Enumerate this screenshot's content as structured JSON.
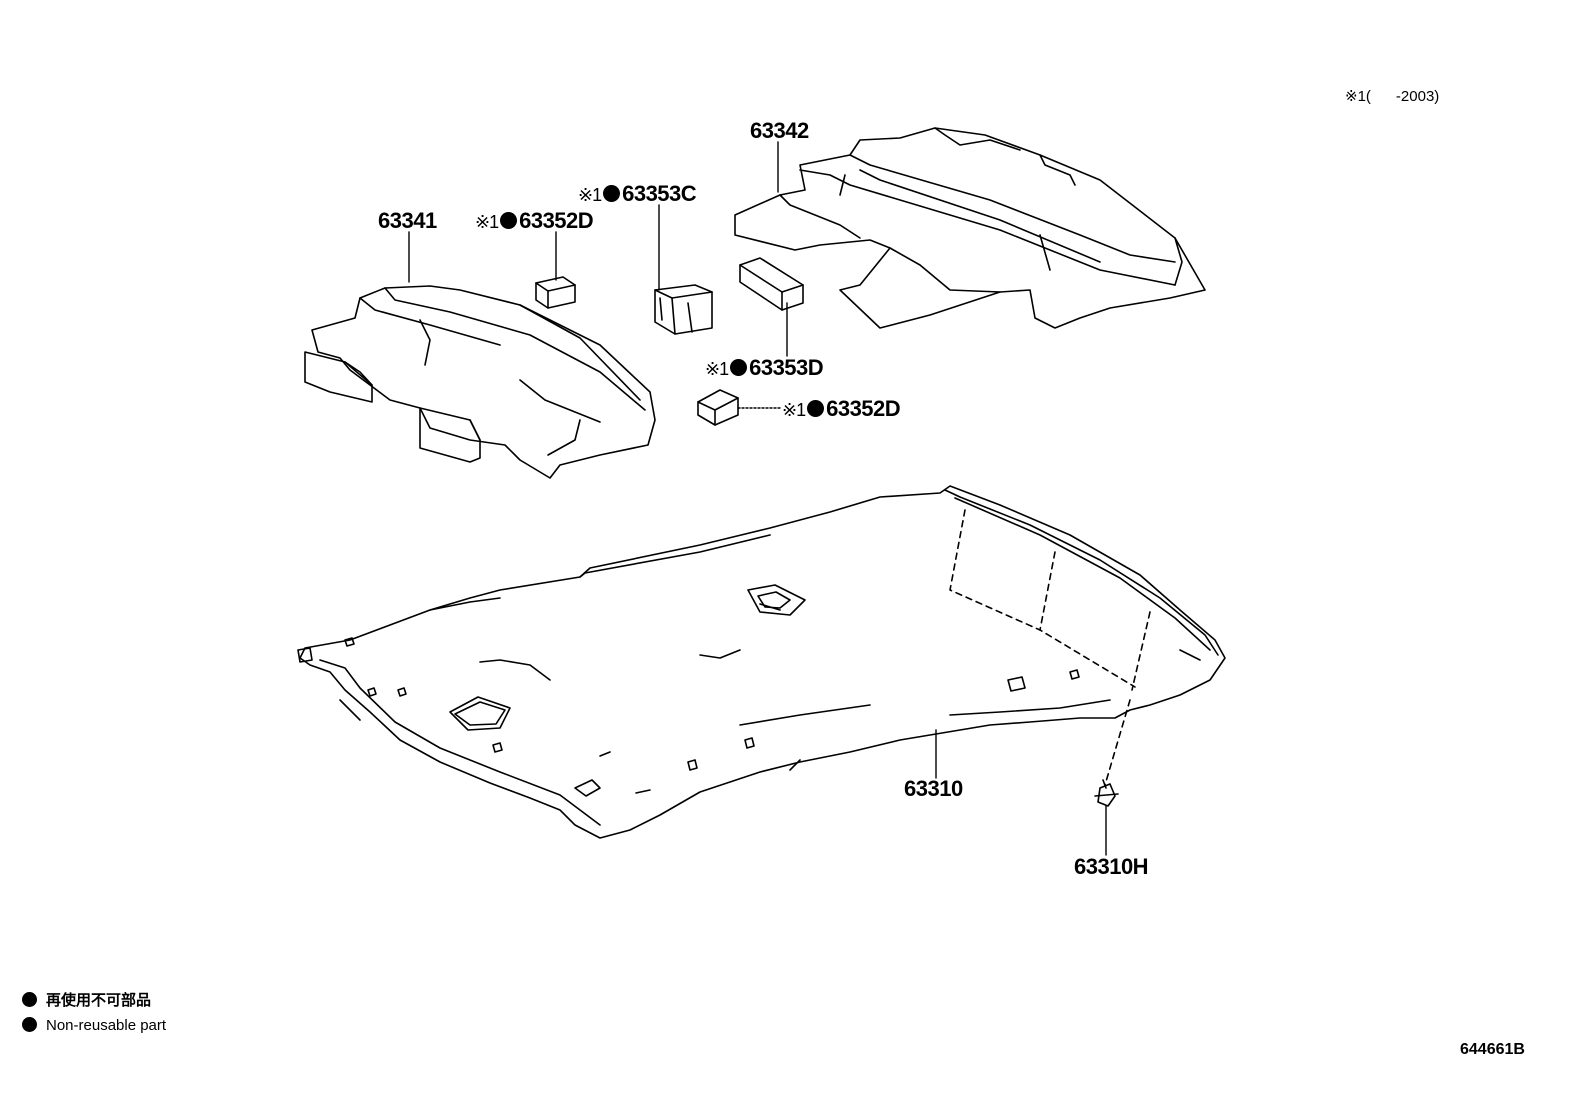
{
  "applicability_note": {
    "mark": "※1",
    "text": "(      -2003)"
  },
  "parts": {
    "p63342": {
      "number": "63342"
    },
    "p63341": {
      "number": "63341"
    },
    "p63352D_top": {
      "mark": "※1",
      "number": "63352D",
      "non_reusable": true
    },
    "p63353C": {
      "mark": "※1",
      "number": "63353C",
      "non_reusable": true
    },
    "p63353D": {
      "mark": "※1",
      "number": "63353D",
      "non_reusable": true
    },
    "p63352D_bottom": {
      "mark": "※1",
      "number": "63352D",
      "non_reusable": true
    },
    "p63310": {
      "number": "63310"
    },
    "p63310H": {
      "number": "63310H"
    }
  },
  "legend": {
    "japanese": "再使用不可部品",
    "english": "Non-reusable part"
  },
  "illustration_code": "644661B"
}
